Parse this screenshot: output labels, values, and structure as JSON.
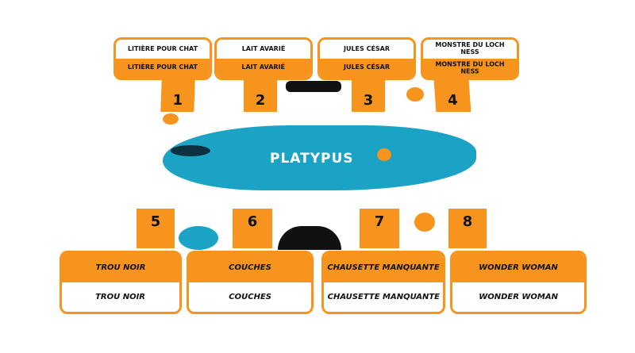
{
  "game": {
    "title": "PLATYPUS"
  },
  "top_cards": [
    {
      "label": "LITIÈRE POUR CHAT",
      "number": "1"
    },
    {
      "label": "LAIT AVARIÉ",
      "number": "2"
    },
    {
      "label": "JULES CÉSAR",
      "number": "3"
    },
    {
      "label": "MONSTRE DU LOCH NESS",
      "number": "4"
    }
  ],
  "bottom_cards": [
    {
      "label": "TROU NOIR",
      "number": "5"
    },
    {
      "label": "COUCHES",
      "number": "6"
    },
    {
      "label": "CHAUSETTE MANQUANTE",
      "number": "7"
    },
    {
      "label": "WONDER WOMAN",
      "number": "8"
    }
  ],
  "colors": {
    "orange": "#f7941d",
    "lake": "#1aa3c4"
  }
}
